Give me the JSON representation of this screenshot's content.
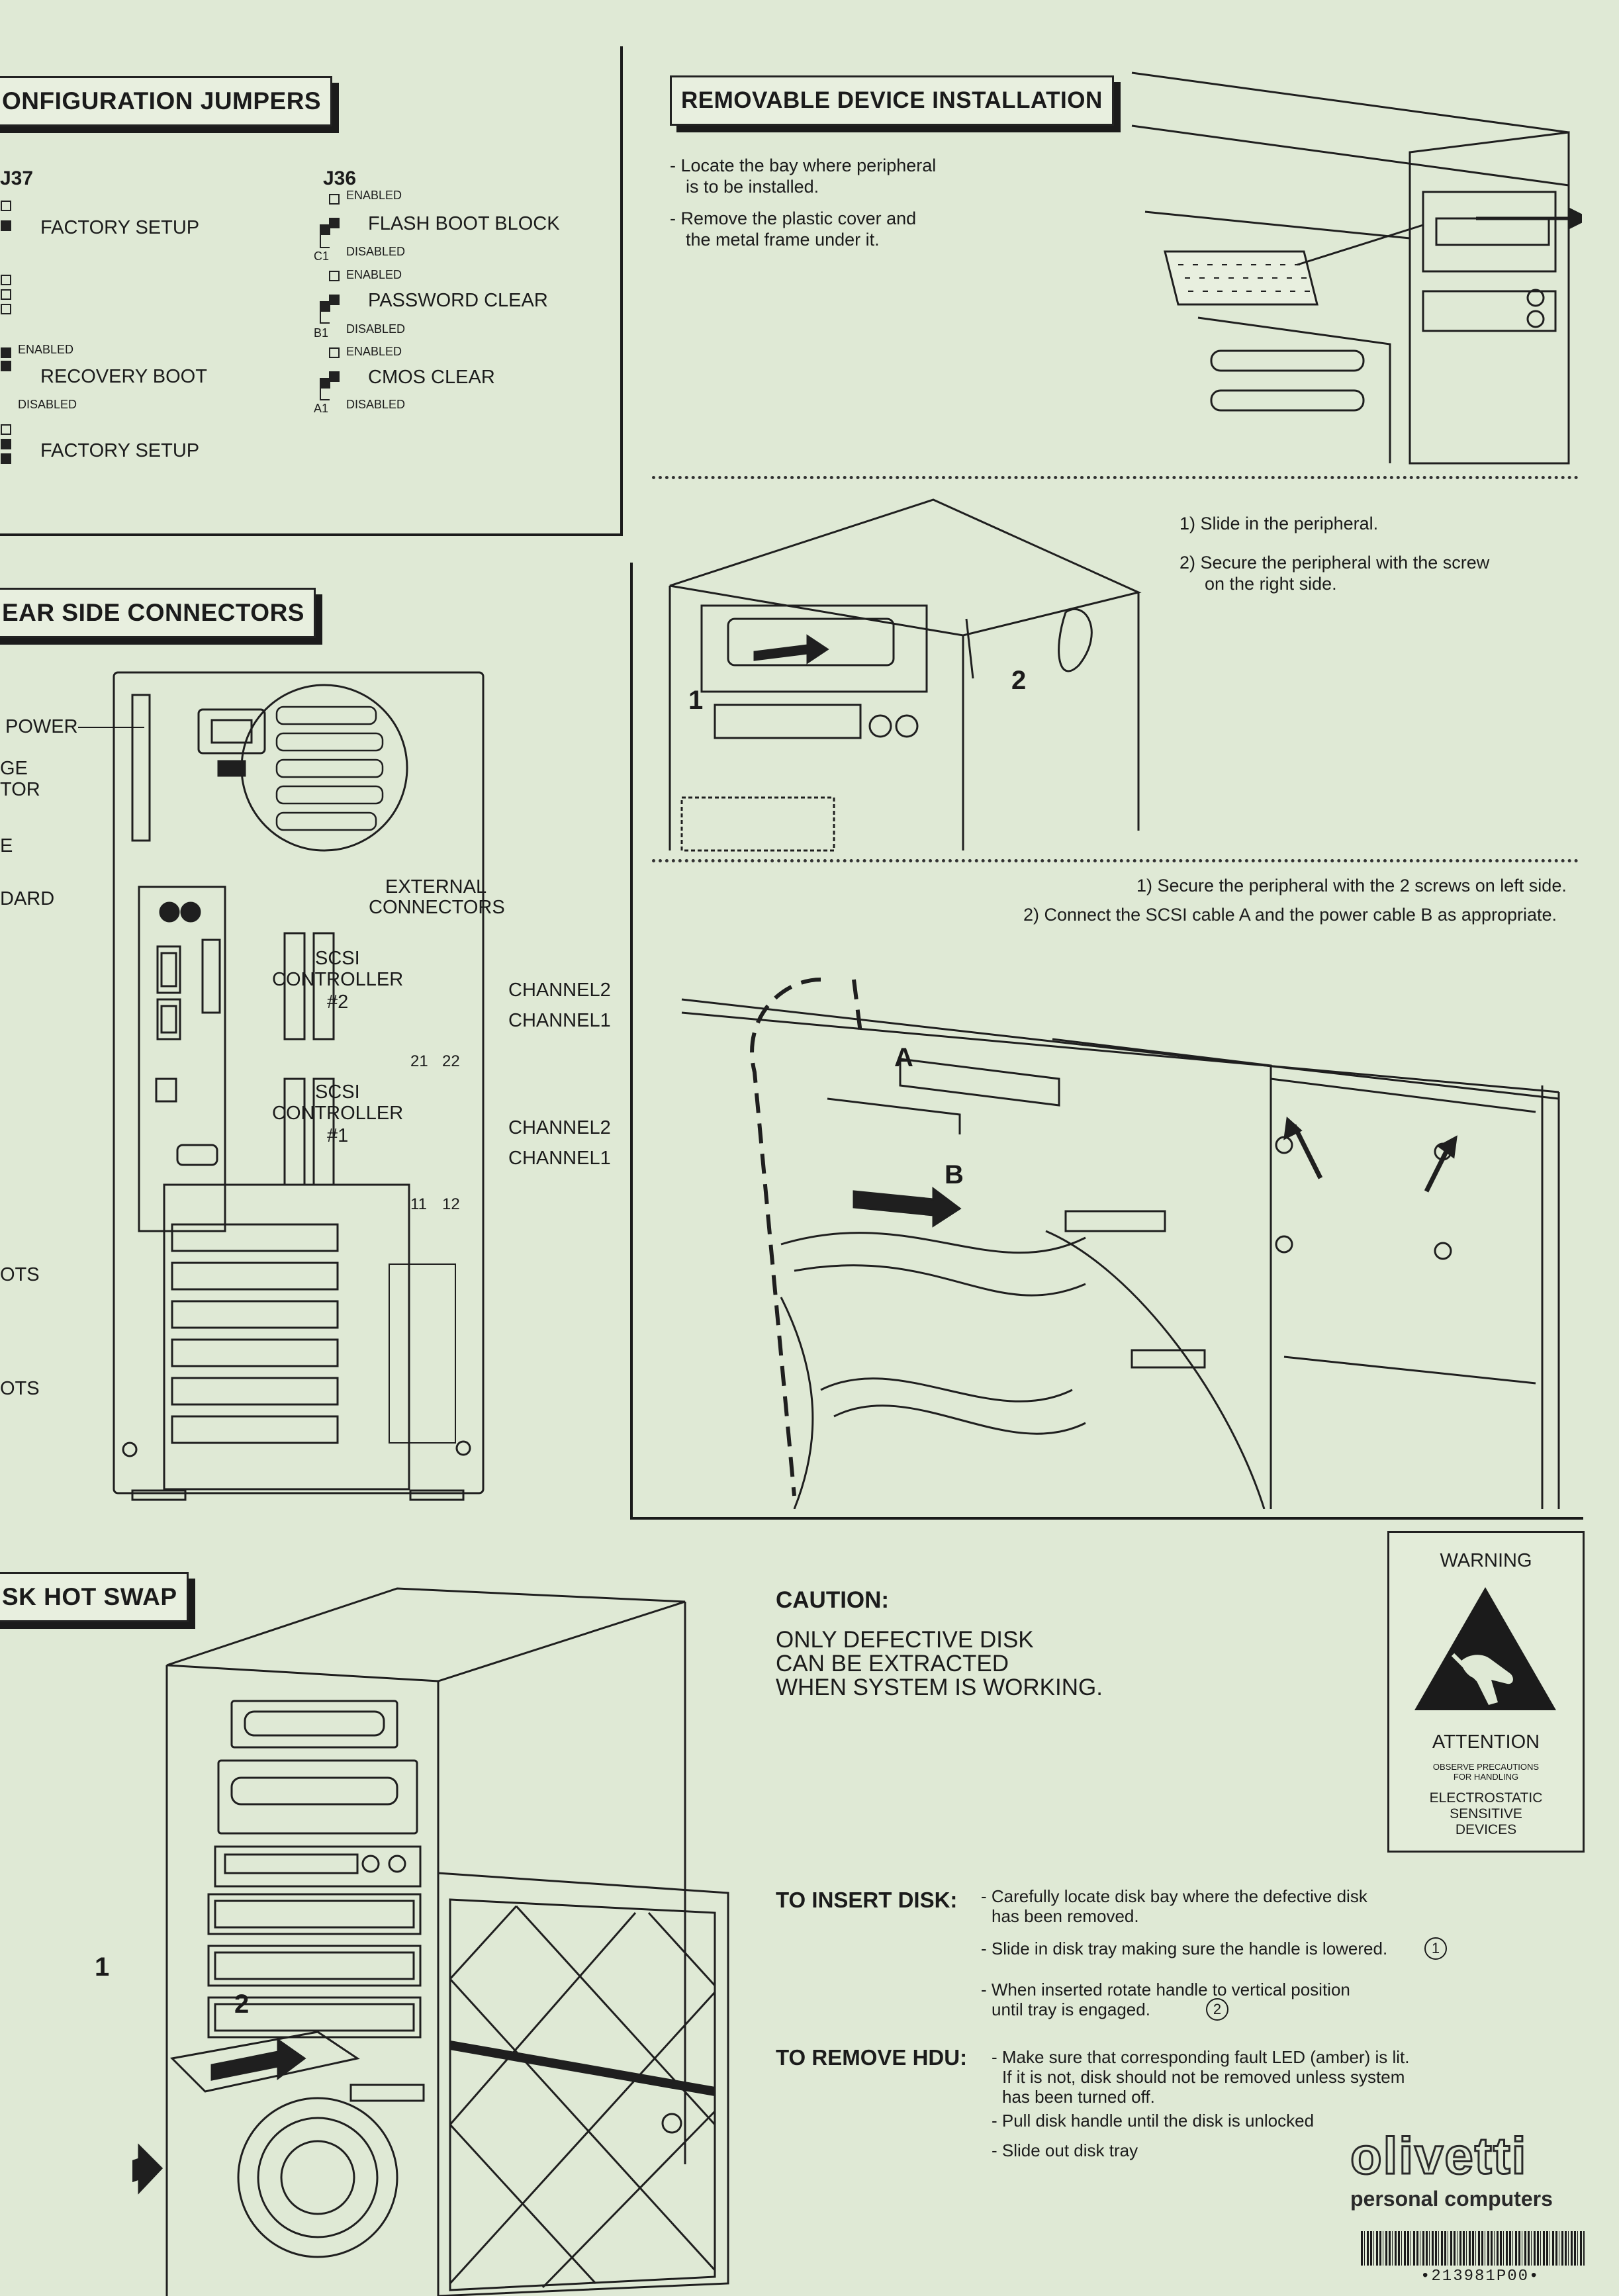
{
  "config_jumpers": {
    "title": "ONFIGURATION JUMPERS",
    "j37": "J37",
    "j36": "J36",
    "factory_setup_1": "FACTORY SETUP",
    "recovery_enabled": "ENABLED",
    "recovery_boot": "RECOVERY BOOT",
    "recovery_disabled": "DISABLED",
    "factory_setup_2": "FACTORY SETUP",
    "flash_enabled": "ENABLED",
    "flash_boot_block": "FLASH BOOT BLOCK",
    "flash_disabled": "DISABLED",
    "flash_pin": "C1",
    "password_enabled": "ENABLED",
    "password_clear": "PASSWORD CLEAR",
    "password_disabled": "DISABLED",
    "password_pin": "B1",
    "cmos_enabled": "ENABLED",
    "cmos_clear": "CMOS CLEAR",
    "cmos_disabled": "DISABLED",
    "cmos_pin": "A1"
  },
  "rear_connectors": {
    "title": "EAR SIDE CONNECTORS",
    "power": "POWER",
    "voltage_1": "GE",
    "voltage_2": "TOR",
    "mouse": "E",
    "keyboard": "DARD",
    "external_1": "EXTERNAL",
    "external_2": "CONNECTORS",
    "scsi2_1": "SCSI",
    "scsi2_2": "CONTROLLER",
    "scsi2_3": "#2",
    "scsi1_1": "SCSI",
    "scsi1_2": "CONTROLLER",
    "scsi1_3": "#1",
    "ch2_a": "CHANNEL2",
    "ch1_a": "CHANNEL1",
    "ch2_b": "CHANNEL2",
    "ch1_b": "CHANNEL1",
    "n21": "21",
    "n22": "22",
    "n11": "11",
    "n12": "12",
    "slots_1": "OTS",
    "slots_2": "OTS"
  },
  "removable": {
    "title": "REMOVABLE DEVICE INSTALLATION",
    "step_a1": "- Locate the bay where peripheral",
    "step_a2": "is to be installed.",
    "step_b1": "- Remove the plastic cover and",
    "step_b2": "the metal frame under it.",
    "slide_1": "1) Slide in the peripheral.",
    "slide_2a": "2) Secure the peripheral with the screw",
    "slide_2b": "on the right side.",
    "label_1": "1",
    "label_2": "2",
    "secure_1": "1) Secure the peripheral with the 2 screws on left side.",
    "secure_2": "2) Connect the SCSI cable A and the power cable B as appropriate.",
    "cable_a": "A",
    "cable_b": "B"
  },
  "hot_swap": {
    "title": "SK HOT SWAP",
    "arrow_1": "1",
    "arrow_2": "2",
    "caution_title": "CAUTION:",
    "caution_1": "ONLY DEFECTIVE DISK",
    "caution_2": "CAN BE EXTRACTED",
    "caution_3": "WHEN SYSTEM IS WORKING.",
    "insert_title": "TO INSERT DISK:",
    "insert_1a": "- Carefully locate disk bay where the defective disk",
    "insert_1b": "has been removed.",
    "insert_2": "- Slide in disk tray making sure the handle is lowered.",
    "insert_2_mark": "1",
    "insert_3a": "- When inserted rotate handle to vertical position",
    "insert_3b": "until tray is engaged.",
    "insert_3_mark": "2",
    "remove_title": "TO REMOVE HDU:",
    "remove_1a": "- Make sure that corresponding fault LED (amber) is lit.",
    "remove_1b": "If it is not, disk should not be removed unless system",
    "remove_1c": "has been turned off.",
    "remove_2": "- Pull disk handle until the disk is unlocked",
    "remove_3": "- Slide out disk tray"
  },
  "warning": {
    "title": "WARNING",
    "attention": "ATTENTION",
    "observe_1": "OBSERVE PRECAUTIONS",
    "observe_2": "FOR HANDLING",
    "esd_1": "ELECTROSTATIC",
    "esd_2": "SENSITIVE",
    "esd_3": "DEVICES"
  },
  "brand": {
    "logo": "olivetti",
    "tagline": "personal computers",
    "barcode": "•213981P00•"
  }
}
